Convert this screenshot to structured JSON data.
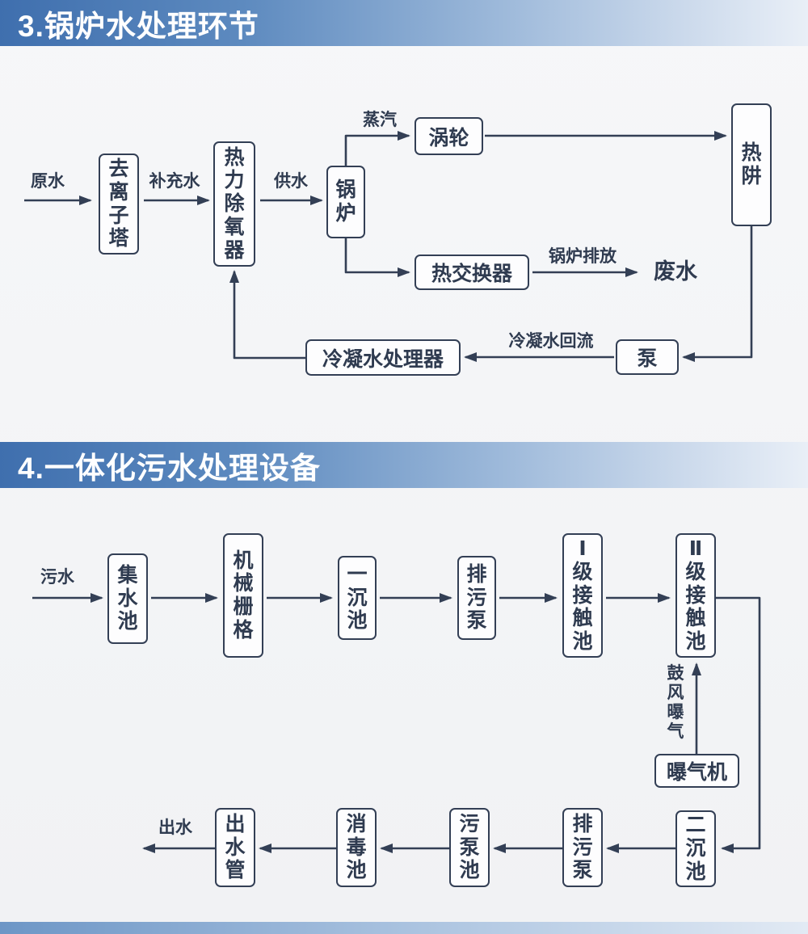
{
  "colors": {
    "line": "#333f55",
    "header_left": "#3f6fae",
    "header_right": "#e9eff7"
  },
  "section3": {
    "header": "3.锅炉水处理环节",
    "labels": {
      "raw_water": "原水",
      "makeup_water": "补充水",
      "supply_water": "供水",
      "steam": "蒸汽",
      "boiler_discharge": "锅炉排放",
      "waste_water": "废水",
      "condensate_return": "冷凝水回流"
    },
    "nodes": {
      "deionization_tower": "去离子塔",
      "thermal_deaerator": "热力除氧器",
      "boiler": "锅炉",
      "turbine": "涡轮",
      "heat_sink": "热阱",
      "heat_exchanger": "热交换器",
      "pump": "泵",
      "condensate_processor": "冷凝水处理器"
    }
  },
  "section4": {
    "header": "4.一体化污水处理设备",
    "labels": {
      "sewage": "污水",
      "blast_aeration": "鼓风曝气",
      "outflow": "出水"
    },
    "nodes": {
      "collecting_tank": "集水池",
      "mechanical_grid": "机械栅格",
      "primary_sedimentation_tank": "一沉池",
      "sewage_pump_top": "排污泵",
      "contact_tank_1": "Ⅰ级接触池",
      "contact_tank_2": "Ⅱ级接触池",
      "aerator": "曝气机",
      "secondary_sedimentation_tank": "二沉池",
      "sewage_pump_bottom": "排污泵",
      "sludge_pump_tank": "污泵池",
      "disinfection_tank": "消毒池",
      "outlet_pipe": "出水管"
    }
  }
}
